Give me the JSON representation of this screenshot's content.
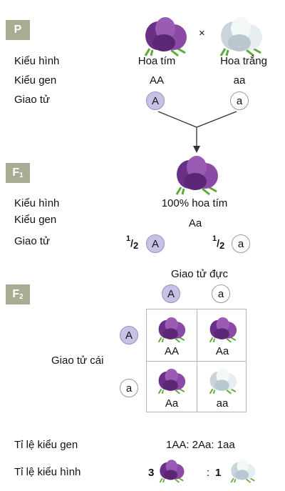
{
  "labels": {
    "phenotype": "Kiểu hình",
    "genotype": "Kiểu gen",
    "gamete": "Giao tử",
    "male_gametes": "Giao tử đực",
    "female_gametes": "Giao tử cái",
    "genotype_ratio": "Tỉ lệ kiểu gen",
    "phenotype_ratio": "Tỉ lệ kiểu hình"
  },
  "P": {
    "badge": "P",
    "cross_symbol": "×",
    "parent1": {
      "phenotype": "Hoa tím",
      "genotype": "AA",
      "gamete": "A",
      "color": "#7b3f97"
    },
    "parent2": {
      "phenotype": "Hoa trắng",
      "genotype": "aa",
      "gamete": "a",
      "color": "#dfe7ea"
    }
  },
  "F1": {
    "badge_main": "F",
    "badge_sub": "1",
    "phenotype": "100% hoa tím",
    "genotype": "Aa",
    "gamete_fraction_num": "1",
    "gamete_fraction_den": "2",
    "gametes": [
      "A",
      "a"
    ]
  },
  "F2": {
    "badge_main": "F",
    "badge_sub": "2",
    "male_gametes": [
      "A",
      "a"
    ],
    "female_gametes": [
      "A",
      "a"
    ],
    "cells": [
      {
        "genotype": "AA",
        "flower": "purple"
      },
      {
        "genotype": "Aa",
        "flower": "purple"
      },
      {
        "genotype": "Aa",
        "flower": "purple"
      },
      {
        "genotype": "aa",
        "flower": "white"
      }
    ],
    "genotype_ratio": "1AA: 2Aa: 1aa",
    "phenotype_ratio_purple": "3",
    "phenotype_ratio_sep": ":",
    "phenotype_ratio_white": "1"
  },
  "colors": {
    "badge": "#a9ac92",
    "dominant_gamete_fill": "#c5c2e6",
    "purple_flower": "#7b3f97",
    "white_flower": "#dfe7ea",
    "leaf": "#5fa83a"
  }
}
